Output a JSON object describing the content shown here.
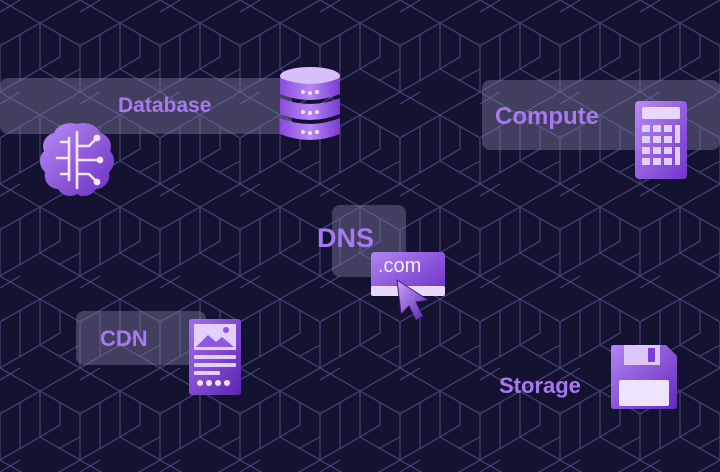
{
  "colors": {
    "background": "#141231",
    "grid_line": "#4f4a86",
    "label": "#a779f0",
    "icon_light": "#c9a7f9",
    "icon_mid": "#9254e6",
    "icon_dark": "#6a2ec2",
    "pill": "#807ca0"
  },
  "services": {
    "database": {
      "label": "Database",
      "icon": "database-icon"
    },
    "compute": {
      "label": "Compute",
      "icon": "calculator-icon"
    },
    "ai": {
      "icon": "brain-circuit-icon"
    },
    "dns": {
      "label": "DNS",
      "domain_text": ".com",
      "icon": "domain-cursor-icon"
    },
    "cdn": {
      "label": "CDN",
      "icon": "web-page-icon"
    },
    "storage": {
      "label": "Storage",
      "icon": "floppy-disk-icon"
    }
  }
}
